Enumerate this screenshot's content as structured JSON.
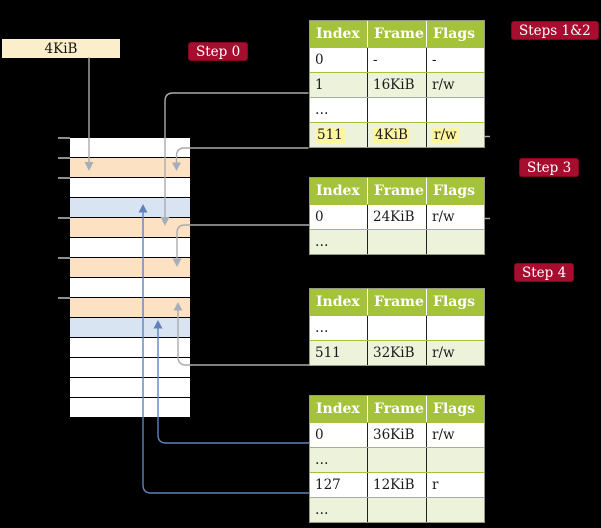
{
  "labels": {
    "page_box": "4KiB",
    "step0": "Step 0",
    "steps12": "Steps 1&2",
    "step3": "Step 3",
    "step4": "Step 4"
  },
  "memory": {
    "rows": [
      "white",
      "peach",
      "white",
      "blue",
      "peach",
      "white",
      "peach",
      "white",
      "peach",
      "blue",
      "white",
      "white",
      "white",
      "white"
    ]
  },
  "tables": [
    {
      "name": "page-table-steps-1-2",
      "headers": [
        "Index",
        "Frame",
        "Flags"
      ],
      "rows": [
        {
          "cells": [
            "0",
            "-",
            "-"
          ],
          "shade": false,
          "highlight": false
        },
        {
          "cells": [
            "1",
            "16KiB",
            "r/w"
          ],
          "shade": true,
          "highlight": false
        },
        {
          "cells": [
            "…",
            "",
            ""
          ],
          "shade": false,
          "highlight": false
        },
        {
          "cells": [
            "511",
            "4KiB",
            "r/w"
          ],
          "shade": true,
          "highlight": true
        }
      ]
    },
    {
      "name": "page-table-step-3",
      "headers": [
        "Index",
        "Frame",
        "Flags"
      ],
      "rows": [
        {
          "cells": [
            "0",
            "24KiB",
            "r/w"
          ],
          "shade": false,
          "highlight": false
        },
        {
          "cells": [
            "…",
            "",
            ""
          ],
          "shade": true,
          "highlight": false
        }
      ]
    },
    {
      "name": "page-table-step-4",
      "headers": [
        "Index",
        "Frame",
        "Flags"
      ],
      "rows": [
        {
          "cells": [
            "…",
            "",
            ""
          ],
          "shade": false,
          "highlight": false
        },
        {
          "cells": [
            "511",
            "32KiB",
            "r/w"
          ],
          "shade": true,
          "highlight": false
        }
      ]
    },
    {
      "name": "page-table-final",
      "headers": [
        "Index",
        "Frame",
        "Flags"
      ],
      "rows": [
        {
          "cells": [
            "0",
            "36KiB",
            "r/w"
          ],
          "shade": false,
          "highlight": false
        },
        {
          "cells": [
            "…",
            "",
            ""
          ],
          "shade": true,
          "highlight": false
        },
        {
          "cells": [
            "127",
            "12KiB",
            "r"
          ],
          "shade": false,
          "highlight": false
        },
        {
          "cells": [
            "…",
            "",
            ""
          ],
          "shade": true,
          "highlight": false
        }
      ]
    }
  ],
  "connectors": [
    {
      "from": "4KiB box",
      "to": "memory row 2",
      "color": "gray"
    },
    {
      "from": "table1 index 1",
      "to": "memory row 5",
      "color": "gray"
    },
    {
      "from": "table1 index 511",
      "to": "memory row 2",
      "color": "gray"
    },
    {
      "from": "table2 index 0",
      "to": "memory row 7",
      "color": "gray"
    },
    {
      "from": "table3 index 511",
      "to": "memory row 9",
      "color": "gray"
    },
    {
      "from": "table4 index 0",
      "to": "memory row 10",
      "color": "blue"
    },
    {
      "from": "table4 index 127",
      "to": "memory row 4",
      "color": "blue"
    }
  ],
  "colors": {
    "badge_red": "#a60d2f",
    "table_header_green": "#a5c23b",
    "row_shade_green": "#edf2da",
    "highlight_yellow": "#fdf6a0",
    "memory_peach": "#fce2c2",
    "memory_blue": "#d9e4f3",
    "page_box_cream": "#fbeecb",
    "gray_line": "#ababab",
    "blue_line": "#5f83b9"
  }
}
